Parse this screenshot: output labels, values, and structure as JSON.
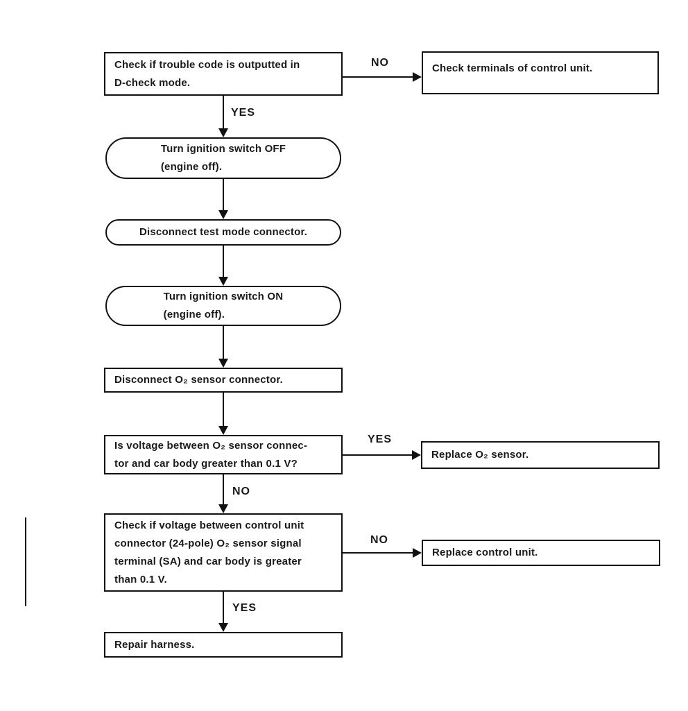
{
  "diagram": {
    "type": "flowchart",
    "title_hint": "O2 sensor trouble code diagnosis flowchart",
    "colors": {
      "background": "#ffffff",
      "line": "#111111",
      "box_border": "#111111",
      "text": "#1a1a1a"
    },
    "nodes": {
      "check_trouble_code": {
        "shape": "rect",
        "text": "Check if trouble code is outputted in\nD-check mode."
      },
      "check_terminals": {
        "shape": "rect",
        "text": "Check terminals of control unit."
      },
      "ignition_off": {
        "shape": "stadium",
        "text": "Turn ignition switch OFF\n(engine off)."
      },
      "disconnect_test_mode": {
        "shape": "stadium",
        "text": "Disconnect test mode connector."
      },
      "ignition_on": {
        "shape": "stadium",
        "text": "Turn ignition switch ON\n(engine off)."
      },
      "disconnect_o2_sensor": {
        "shape": "rect",
        "text": "Disconnect O₂ sensor connector."
      },
      "voltage_o2_question": {
        "shape": "rect",
        "text": "Is voltage between O₂ sensor connec-\ntor and car body greater than 0.1 V?"
      },
      "replace_o2_sensor": {
        "shape": "rect",
        "text": "Replace O₂ sensor."
      },
      "voltage_control_unit_question": {
        "shape": "rect",
        "text": "Check if voltage between control unit\nconnector (24-pole) O₂ sensor signal\nterminal (SA) and car body is greater\nthan 0.1 V."
      },
      "replace_control_unit": {
        "shape": "rect",
        "text": "Replace control unit."
      },
      "repair_harness": {
        "shape": "rect",
        "text": "Repair harness."
      }
    },
    "edge_labels": {
      "no_trouble_code": "NO",
      "yes_trouble_code": "YES",
      "yes_voltage_o2": "YES",
      "no_voltage_o2": "NO",
      "no_voltage_control": "NO",
      "yes_voltage_control": "YES"
    }
  }
}
